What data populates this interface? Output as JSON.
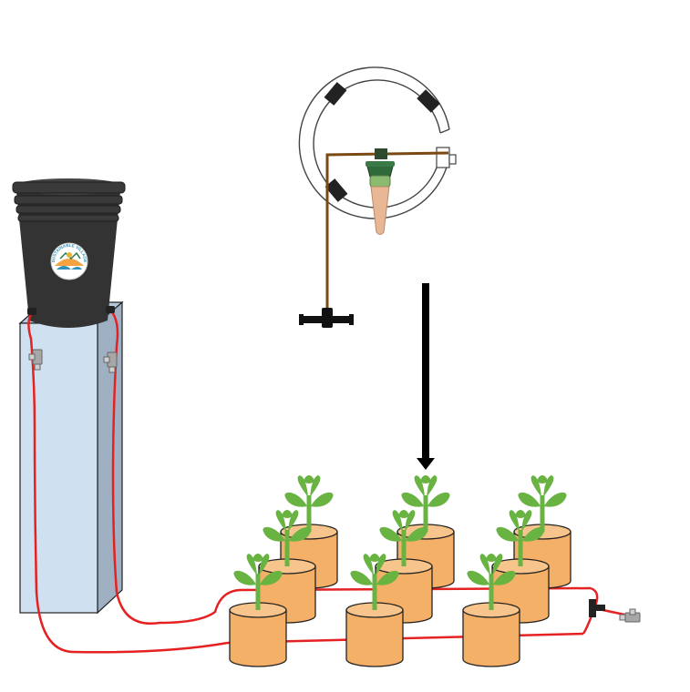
{
  "diagram": {
    "kind": "gravity drip irrigation setup",
    "components": {
      "bucket": {
        "label": "water-bucket",
        "logo": "SUSTAINABLE VILLAGE",
        "color": "#333333"
      },
      "stand": {
        "label": "bucket-stand",
        "color": "#cfe0f1"
      },
      "drip_detail": {
        "label": "drip-spike-detail"
      },
      "arrow": {
        "label": "detail-arrow",
        "color": "#000000"
      },
      "tubing": {
        "label": "supply-tubing",
        "color": "#e52222"
      },
      "valves": [
        {
          "label": "stand-valve-left"
        },
        {
          "label": "stand-valve-right"
        },
        {
          "label": "end-valve"
        }
      ]
    },
    "pots": {
      "count": 9,
      "pot_color": "#f5b068",
      "leaf_color": "#69b342"
    }
  }
}
